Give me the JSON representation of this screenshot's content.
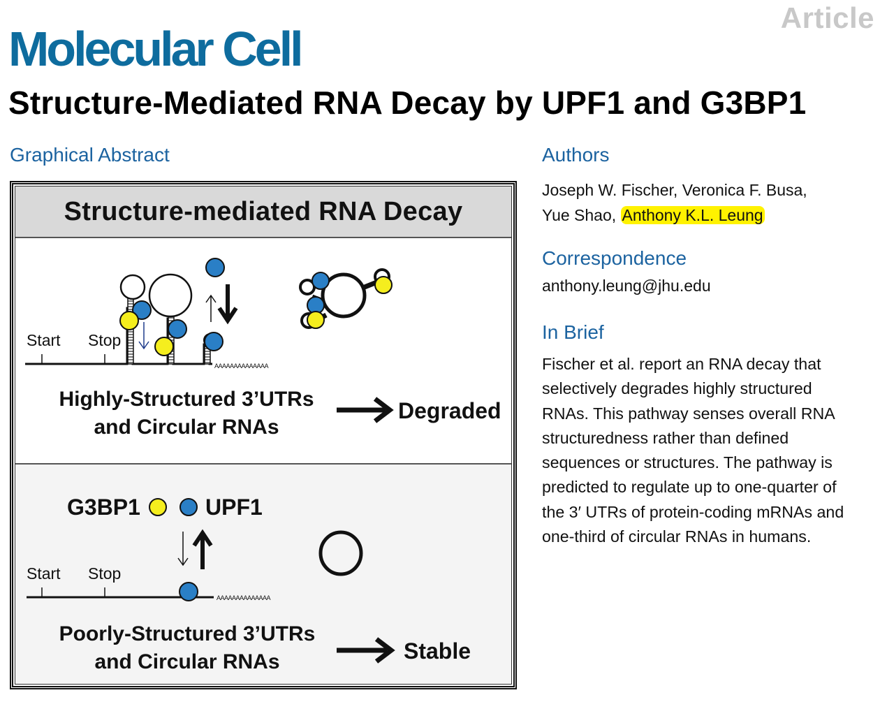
{
  "header": {
    "article_tag": "Article",
    "journal": "Molecular Cell",
    "title": "Structure-Mediated RNA Decay by UPF1 and G3BP1"
  },
  "graphical_abstract": {
    "heading": "Graphical Abstract",
    "box_title": "Structure-mediated RNA Decay",
    "top_panel": {
      "start_label": "Start",
      "stop_label": "Stop",
      "polya": "AAAAAAAAAAAAAA",
      "caption_line1": "Highly-Structured 3’UTRs",
      "caption_line2": "and Circular RNAs",
      "outcome": "Degraded"
    },
    "bottom_panel": {
      "legend_g3bp1": "G3BP1",
      "legend_upf1": "UPF1",
      "start_label": "Start",
      "stop_label": "Stop",
      "polya": "AAAAAAAAAAAAAA",
      "caption_line1": "Poorly-Structured 3’UTRs",
      "caption_line2": "and Circular RNAs",
      "outcome": "Stable"
    },
    "colors": {
      "upf1": "#2a7fc6",
      "g3bp1": "#f5ee1e",
      "header_bg": "#d9d9d9",
      "bottom_bg": "#f4f4f4"
    }
  },
  "authors": {
    "heading": "Authors",
    "line1": "Joseph W. Fischer, Veronica F. Busa,",
    "line2_prefix": "Yue Shao, ",
    "highlighted": "Anthony K.L. Leung",
    "highlight_color": "#fff200"
  },
  "correspondence": {
    "heading": "Correspondence",
    "email": "anthony.leung@jhu.edu"
  },
  "in_brief": {
    "heading": "In Brief",
    "lines": [
      "Fischer et al. report an RNA decay that",
      "selectively degrades highly structured",
      "RNAs. This pathway senses overall RNA",
      "structuredness rather than defined",
      "sequences or structures. The pathway is",
      "predicted to regulate up to one-quarter of",
      "the 3′ UTRs of protein-coding mRNAs and",
      "one-third of circular RNAs in humans."
    ]
  }
}
